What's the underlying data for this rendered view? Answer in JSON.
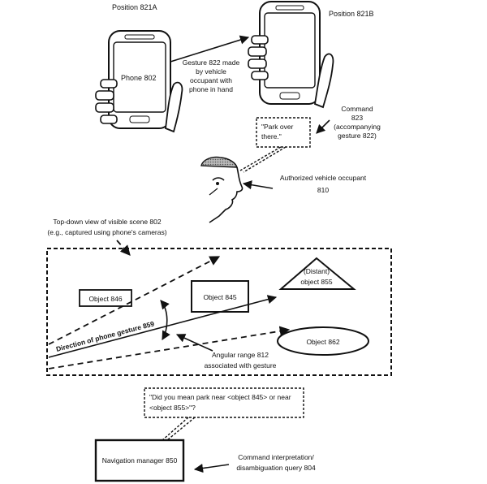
{
  "phone_a": {
    "position": "Position 821A",
    "label": "Phone 802"
  },
  "phone_b": {
    "position": "Position 821B"
  },
  "gesture": {
    "lines": [
      "Gesture 822 made",
      "by vehicle",
      "occupant with",
      "phone in hand"
    ]
  },
  "command": {
    "speech_lines": [
      "\"Park over",
      "there.\""
    ],
    "label_lines": [
      "Command",
      "823",
      "(accompanying",
      "gesture 822)"
    ]
  },
  "occupant": {
    "lines": [
      "Authorized vehicle occupant",
      "810"
    ]
  },
  "scene": {
    "lines": [
      "Top-down view of visible scene 802",
      "(e.g., captured using phone's cameras)"
    ]
  },
  "objects": {
    "o846": "Object 846",
    "o845": "Object 845",
    "o855_lines": [
      "(Distant)",
      "object 855"
    ],
    "o862": "Object 862"
  },
  "direction": {
    "label": "Direction of phone gesture 859"
  },
  "angular": {
    "lines": [
      "Angular range 812",
      "associated with gesture"
    ]
  },
  "query": {
    "lines": [
      "\"Did you mean park near <object 845> or near",
      "<object 855>\"?"
    ]
  },
  "nav": {
    "label": "Navigation manager 850"
  },
  "interp": {
    "lines": [
      "Command interpretation/",
      "disambiguation query 804"
    ]
  }
}
